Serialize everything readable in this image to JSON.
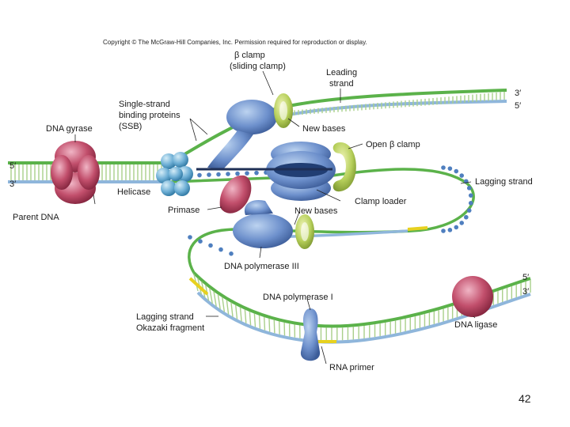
{
  "copyright": "Copyright © The McGraw-Hill Companies, Inc. Permission required for reproduction or display.",
  "labels": {
    "beta_clamp_1": "β clamp",
    "beta_clamp_2": "(sliding clamp)",
    "leading_1": "Leading",
    "leading_2": "strand",
    "ssb_1": "Single-strand",
    "ssb_2": "binding proteins",
    "ssb_3": "(SSB)",
    "new_bases_top": "New bases",
    "dna_gyrase": "DNA gyrase",
    "open_beta_clamp": "Open β clamp",
    "five_prime_left": "5′",
    "three_prime_left": "3′",
    "helicase": "Helicase",
    "lagging_strand_right": "Lagging strand",
    "clamp_loader": "Clamp loader",
    "parent_dna": "Parent DNA",
    "primase": "Primase",
    "new_bases_bottom": "New bases",
    "dna_pol_iii": "DNA polymerase III",
    "dna_pol_i": "DNA polymerase I",
    "lagging_1": "Lagging strand",
    "lagging_2": "Okazaki fragment",
    "dna_ligase": "DNA ligase",
    "rna_primer": "RNA primer",
    "three_prime_top": "3′",
    "five_prime_top": "5′",
    "five_prime_bottom": "5′",
    "three_prime_bottom": "3′"
  },
  "page_number": "42",
  "colors": {
    "dna_green": "#5bb24a",
    "dna_blue": "#8fb6db",
    "rung": "#a9cf8a",
    "protein_blue": "#5f86c5",
    "clamp_green": "#b6cf5a",
    "gyrase_red": "#b8435e",
    "primase_red": "#c0394f",
    "ligase_red": "#c83a5c",
    "ssb_dot": "#4f7fbf",
    "primer_yellow": "#e7d11f"
  }
}
